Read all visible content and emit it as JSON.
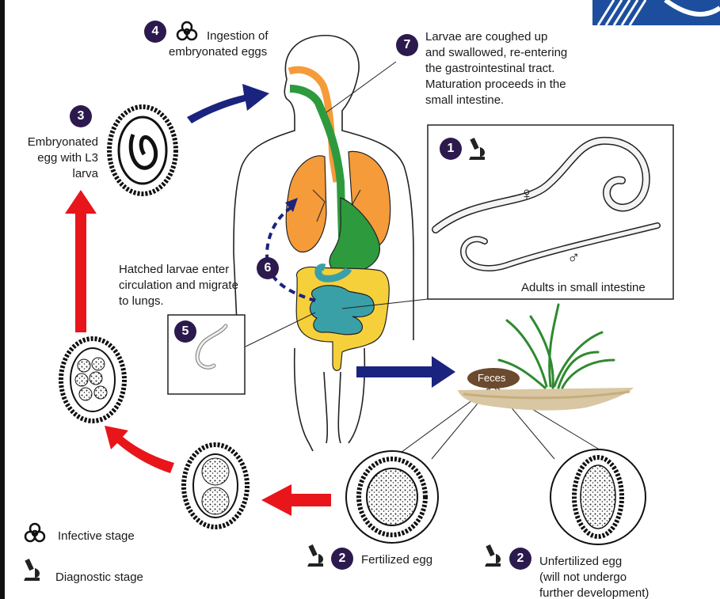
{
  "steps": {
    "s1": {
      "number": "1",
      "label": "Adults in small intestine"
    },
    "s2a": {
      "number": "2",
      "label": "Fertilized egg"
    },
    "s2b": {
      "number": "2",
      "label_l1": "Unfertilized egg",
      "label_l2": "(will not undergo",
      "label_l3": "further development)"
    },
    "s3": {
      "number": "3",
      "label_l1": "Embryonated",
      "label_l2": "egg with L3",
      "label_l3": "larva"
    },
    "s4": {
      "number": "4",
      "label_l1": "Ingestion of",
      "label_l2": "embryonated eggs"
    },
    "s5": {
      "number": "5"
    },
    "s6": {
      "number": "6",
      "label_l1": "Hatched larvae enter",
      "label_l2": "circulation and migrate",
      "label_l3": "to lungs."
    },
    "s7": {
      "number": "7",
      "label_l1": "Larvae are coughed up",
      "label_l2": "and swallowed, re-entering",
      "label_l3": "the gastrointestinal tract.",
      "label_l4": "Maturation proceeds in the",
      "label_l5": "small intestine."
    }
  },
  "feces_label": "Feces",
  "female_symbol": "♀",
  "male_symbol": "♂",
  "legend": {
    "infective": "Infective stage",
    "diagnostic": "Diagnostic stage"
  },
  "colors": {
    "step_badge": "#2c1a4e",
    "blue_arrow": "#1a237e",
    "red_arrow": "#e8151b",
    "lungs": "#f59b3a",
    "stomach": "#2e9a3e",
    "small_intestine": "#3aa0a8",
    "large_intestine": "#f6d03a"
  }
}
